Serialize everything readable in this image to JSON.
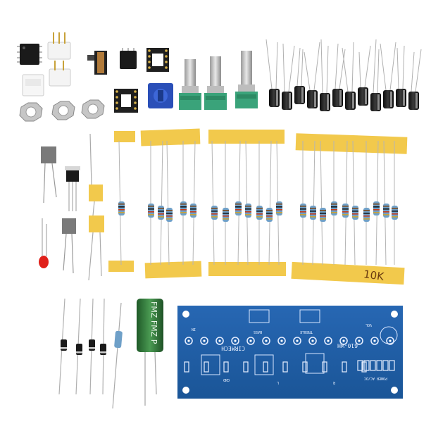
{
  "tape_label": "10K",
  "capacitor_print": "FMZ FMZ P",
  "pcb": {
    "brand": "CIRMECH",
    "model": "610-WH",
    "labels": {
      "treble": "TREBLE",
      "bass": "BASS",
      "volume": "VOL",
      "power": "POWER AC/DC",
      "gnd": "GND",
      "r_out": "R",
      "l_out": "L",
      "input": "IN"
    }
  },
  "colors": {
    "pcb": "#1e5fa8",
    "tape": "#f2c94c",
    "pot_base": "#3aa37a",
    "electrolytic": "#1c1c1c",
    "resistor_body": "#6fa0c8",
    "cap_green": "#2f7a3a",
    "led": "#e0201a",
    "trimmer": "#2a4fb8"
  }
}
